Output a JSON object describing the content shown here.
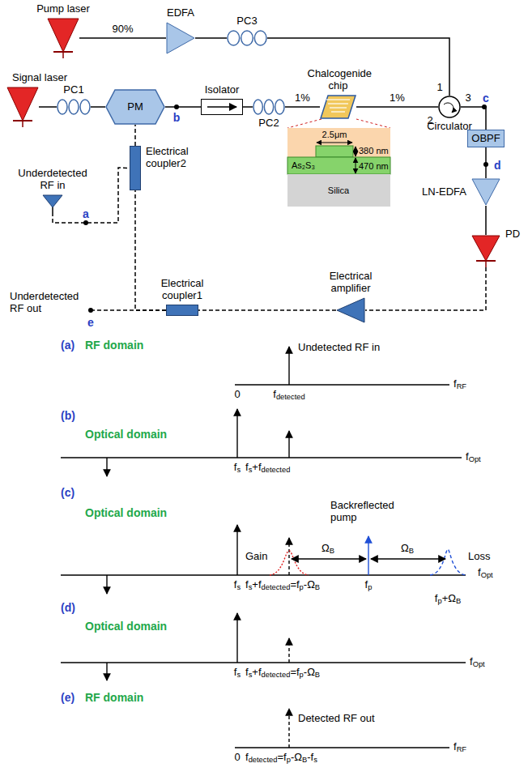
{
  "diagram": {
    "nodes": [
      {
        "text": [
          "Pump laser"
        ]
      },
      {
        "text": [
          "EDFA"
        ]
      },
      {
        "text": [
          "PC3"
        ]
      },
      {
        "text": [
          "Circulator"
        ]
      },
      {
        "text": [
          "Signal laser"
        ]
      },
      {
        "text": [
          "PC1"
        ]
      },
      {
        "text": [
          "PM"
        ]
      },
      {
        "text": [
          "Isolator"
        ]
      },
      {
        "text": [
          "PC2"
        ]
      },
      {
        "text": [
          "Chalcogenide chip"
        ]
      },
      {
        "text": [
          "OBPF"
        ]
      },
      {
        "text": [
          "LN-EDFA"
        ]
      },
      {
        "text": [
          "PD"
        ]
      },
      {
        "text": [
          "Electrical amplifier"
        ]
      },
      {
        "text": [
          "Electrical coupler1"
        ]
      },
      {
        "text": [
          "Electrical coupler2"
        ]
      },
      {
        "text": [
          "Underdetected RF in"
        ]
      }
    ],
    "edges": [
      {
        "from": 0,
        "to": 1,
        "label": "90%",
        "arrow": "none"
      },
      {
        "from": 1,
        "to": 2,
        "arrow": "none"
      },
      {
        "from": 2,
        "to": 3,
        "arrow": "none"
      },
      {
        "from": 4,
        "to": 5,
        "arrow": "none"
      },
      {
        "from": 5,
        "to": 6,
        "arrow": "none"
      },
      {
        "from": 6,
        "to": 7,
        "arrow": "none"
      },
      {
        "from": 7,
        "to": 8,
        "arrow": "none"
      },
      {
        "from": 8,
        "to": 9,
        "label": "1%",
        "arrow": "none"
      },
      {
        "from": 9,
        "to": 3,
        "label": "1%",
        "arrow": "none"
      },
      {
        "from": 3,
        "to": 10,
        "arrow": "none"
      },
      {
        "from": 10,
        "to": 11,
        "arrow": "none"
      },
      {
        "from": 11,
        "to": 12,
        "arrow": "none"
      },
      {
        "from": 12,
        "to": 13,
        "arrow": "none"
      },
      {
        "from": 13,
        "to": 14,
        "arrow": "none"
      },
      {
        "from": 14,
        "to": 15,
        "arrow": "none"
      },
      {
        "from": 15,
        "to": 6,
        "arrow": "none"
      },
      {
        "from": 16,
        "to": 15,
        "arrow": "none"
      }
    ],
    "labels": [
      "a",
      "b",
      "c",
      "d",
      "e",
      "1",
      "2",
      "3",
      "2.5μm",
      "380 nm",
      "As₂S₃",
      "470 nm",
      "Silica",
      "Underdetected RF out",
      "(a)",
      "RF domain",
      "Undetected RF in",
      "0",
      "fdetected",
      "fRF",
      "(b)",
      "Optical domain",
      "fs",
      "fs+fdetected",
      "fOpt",
      "(c)",
      "Optical domain",
      "fs",
      "fs+fdetected=fp-ΩB",
      "Gain",
      "Backreflected pump",
      "ΩB",
      "ΩB",
      "fp",
      "fp+ΩB",
      "Loss",
      "fOpt",
      "(d)",
      "Optical domain",
      "fs",
      "fs+fdetected=fp-ΩB",
      "fOpt",
      "(e)",
      "RF domain",
      "Detected RF out",
      "0",
      "fdetected=fp-ΩB-fs",
      "fRF"
    ]
  }
}
